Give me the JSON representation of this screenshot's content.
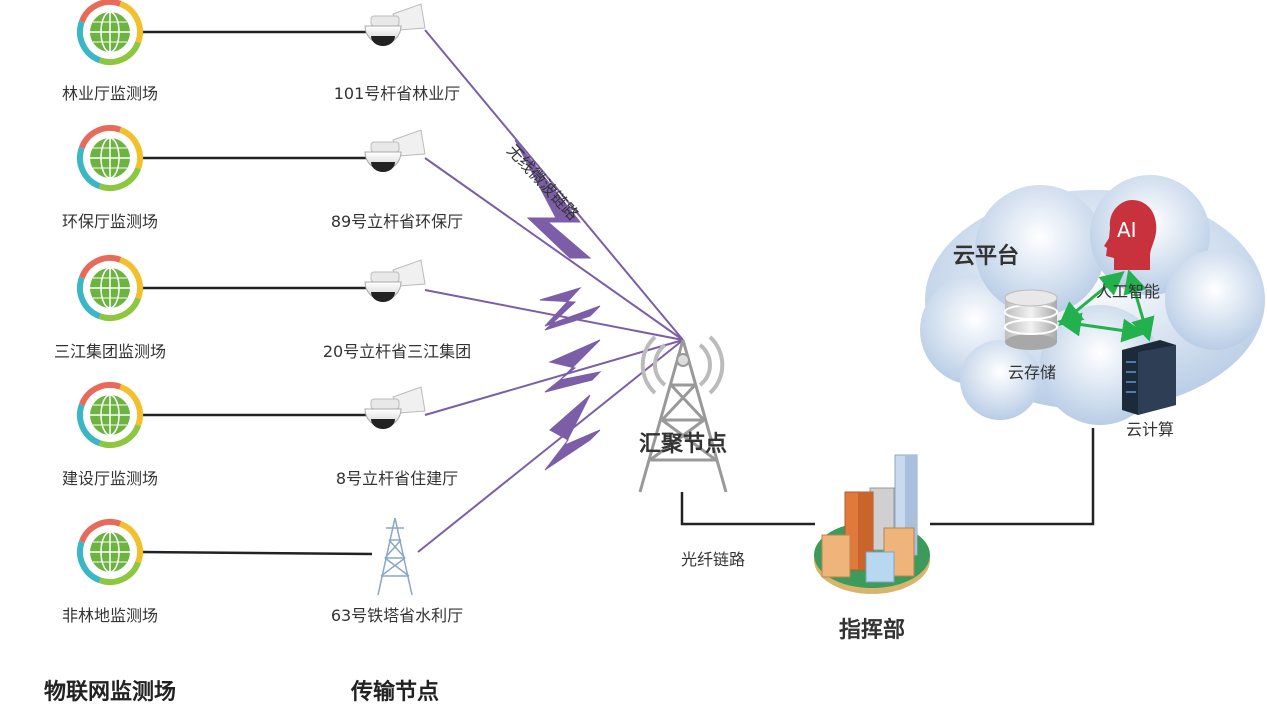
{
  "sites": [
    {
      "site_label": "林业厅监测场",
      "node_label": "101号杆省林业厅",
      "node_type": "camera"
    },
    {
      "site_label": "环保厅监测场",
      "node_label": "89号立杆省环保厅",
      "node_type": "camera"
    },
    {
      "site_label": "三江集团监测场",
      "node_label": "20号立杆省三江集团",
      "node_type": "camera"
    },
    {
      "site_label": "建设厅监测场",
      "node_label": "8号立杆省住建厅",
      "node_type": "camera"
    },
    {
      "site_label": "非林地监测场",
      "node_label": "63号铁塔省水利厅",
      "node_type": "tower"
    }
  ],
  "column_titles": {
    "sites": "物联网监测场",
    "nodes": "传输节点"
  },
  "wireless_link_label": "无线微波链路",
  "aggregation_node_label": "汇聚节点",
  "fiber_link_label": "光纤链路",
  "command_center_label": "指挥部",
  "cloud": {
    "title": "云平台",
    "ai_badge": "AI",
    "ai_label": "人工智能",
    "storage_label": "云存储",
    "compute_label": "云计算"
  },
  "colors": {
    "wireless_link": "#7b5ea7",
    "cloud_arrows": "#22b14c",
    "lines": "#222222",
    "globe_green": "#6db33f",
    "ai_red": "#c8323c"
  }
}
